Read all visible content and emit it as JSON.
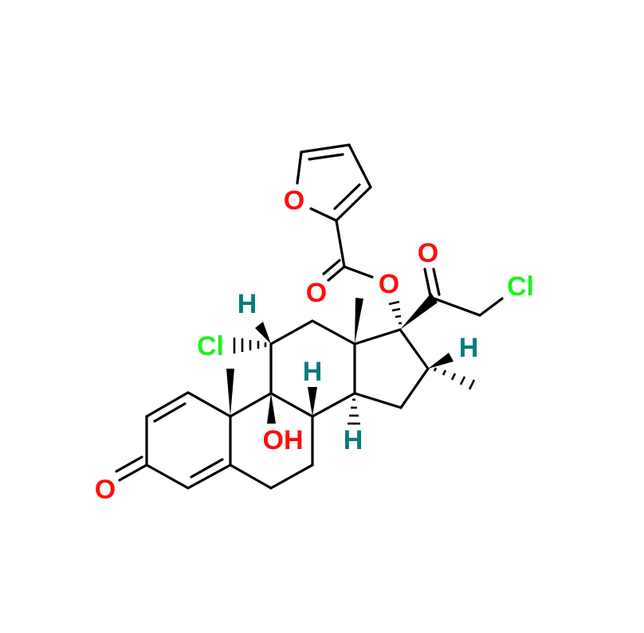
{
  "molecule": {
    "atoms": {
      "o3": "O",
      "cl11": "Cl",
      "h11": "H",
      "oh9": "OH",
      "h8": "H",
      "h14": "H",
      "o17": "O",
      "o_ester_carbonyl": "O",
      "o_furan": "O",
      "o20": "O",
      "cl21": "Cl",
      "h16": "H"
    },
    "colors": {
      "oxygen": "#ff0d0d",
      "chlorine": "#1ff01f",
      "hydrogen": "#0a7b7b",
      "bond": "#000000"
    }
  }
}
